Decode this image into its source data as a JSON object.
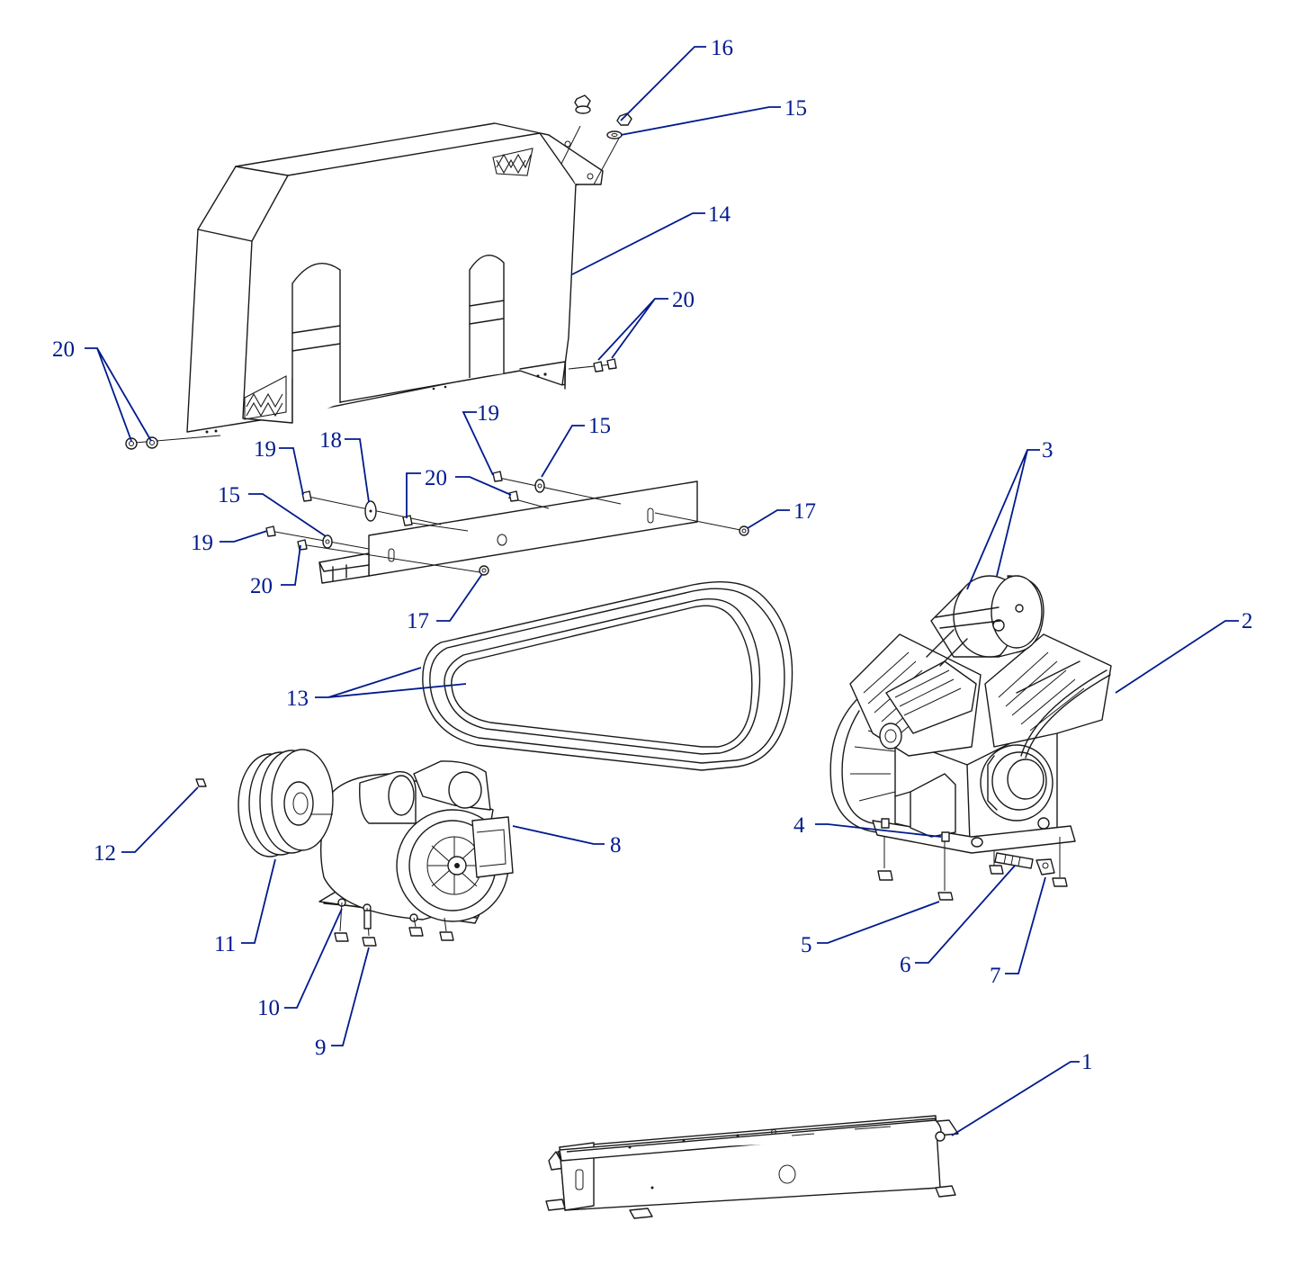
{
  "diagram": {
    "callouts": {
      "c1": "1",
      "c2": "2",
      "c3": "3",
      "c4": "4",
      "c5": "5",
      "c6": "6",
      "c7": "7",
      "c8": "8",
      "c9": "9",
      "c10": "10",
      "c11": "11",
      "c12": "12",
      "c13": "13",
      "c14": "14",
      "c15a": "15",
      "c15b": "15",
      "c15c": "15",
      "c16": "16",
      "c17a": "17",
      "c17b": "17",
      "c18": "18",
      "c19a": "19",
      "c19b": "19",
      "c19c": "19",
      "c20a": "20",
      "c20b": "20",
      "c20c": "20",
      "c20d": "20"
    },
    "colors": {
      "line_art": "#1a1a1a",
      "callout": "#001a8c",
      "background": "#ffffff"
    }
  }
}
